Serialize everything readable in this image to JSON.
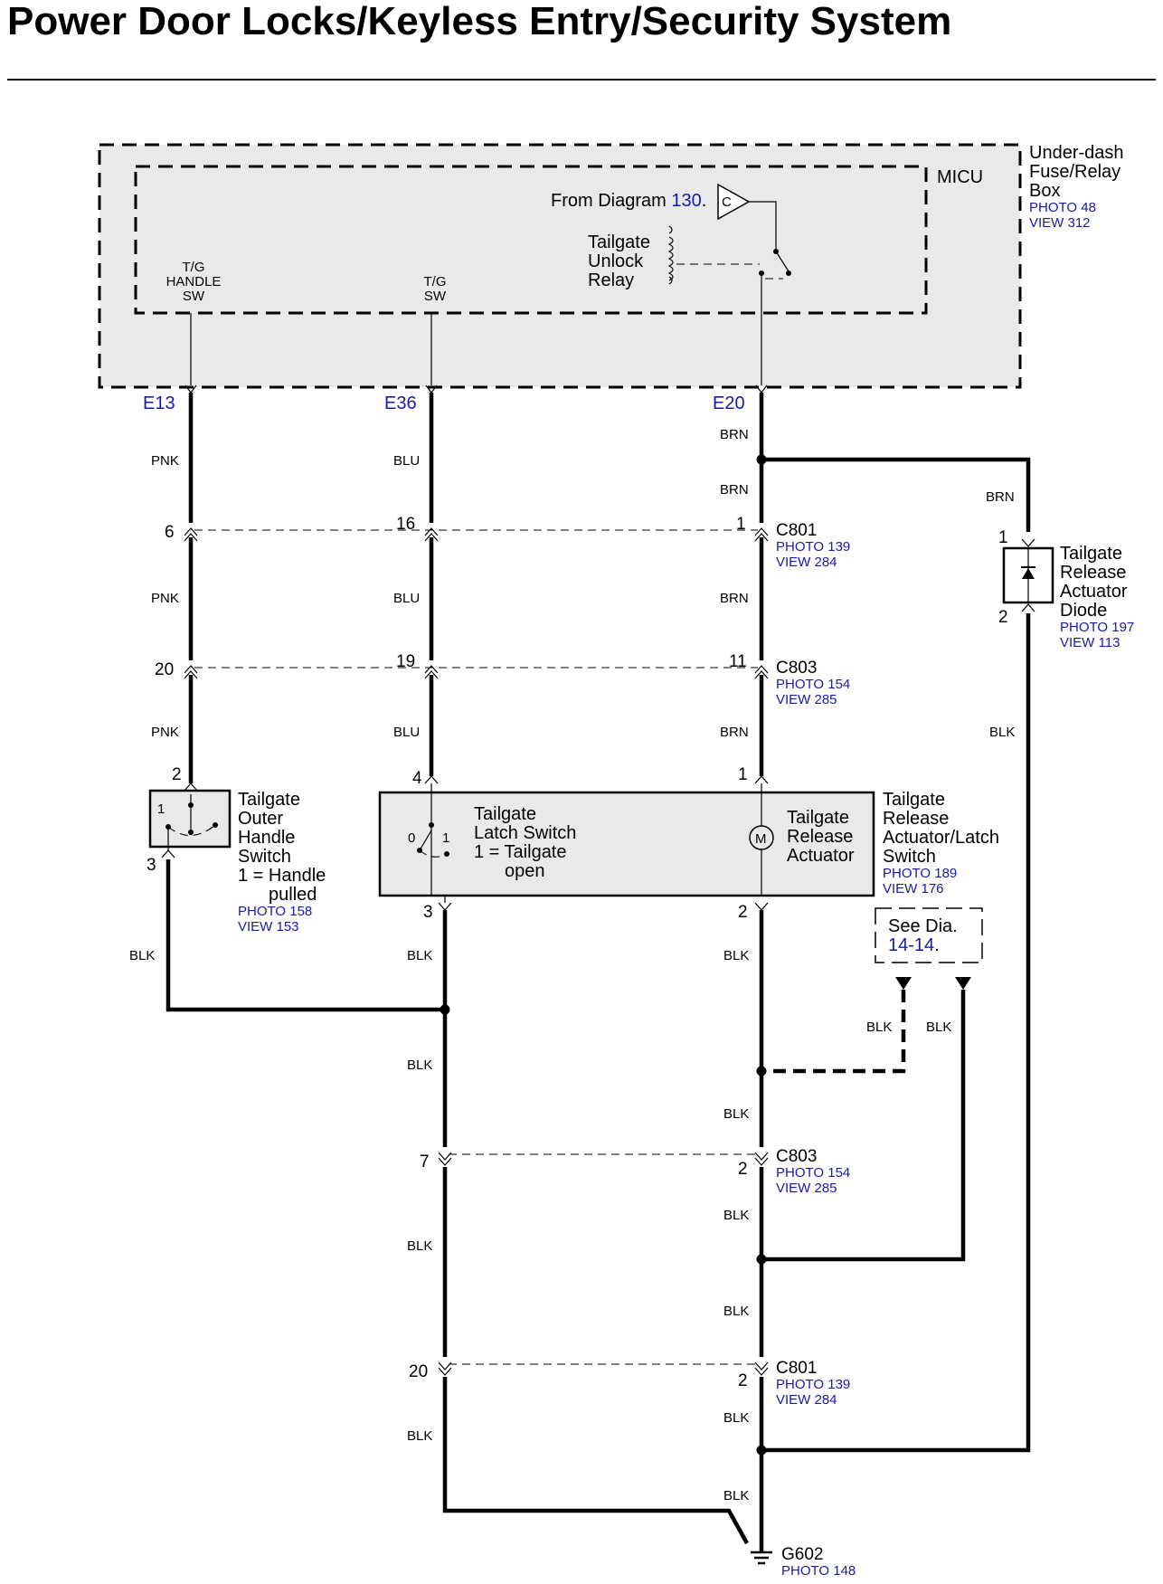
{
  "title": "Power Door Locks/Keyless Entry/Security System",
  "fuse_box": {
    "name_lines": [
      "Under-dash",
      "Fuse/Relay",
      "Box"
    ],
    "photo": "PHOTO 48",
    "view": "VIEW 312",
    "micu": "MICU"
  },
  "from_diagram": {
    "text": "From Diagram",
    "number": "130",
    "period": ".",
    "marker": "C"
  },
  "relay": {
    "lines": [
      "Tailgate",
      "Unlock",
      "Relay"
    ]
  },
  "micu_pins": {
    "tg_handle": [
      "T/G",
      "HANDLE",
      "SW"
    ],
    "tg_sw": [
      "T/G",
      "SW"
    ]
  },
  "terminals": {
    "e13": "E13",
    "e36": "E36",
    "e20": "E20"
  },
  "wires": {
    "pnk": "PNK",
    "blu": "BLU",
    "brn": "BRN",
    "blk": "BLK"
  },
  "connectors": {
    "c801_top": {
      "name": "C801",
      "photo": "PHOTO 139",
      "view": "VIEW 284",
      "pins": [
        "6",
        "16",
        "1"
      ]
    },
    "c803_top": {
      "name": "C803",
      "photo": "PHOTO 154",
      "view": "VIEW 285",
      "pins": [
        "20",
        "19",
        "11"
      ]
    },
    "c803_bottom": {
      "name": "C803",
      "photo": "PHOTO 154",
      "view": "VIEW 285",
      "pins": [
        "7",
        "2"
      ]
    },
    "c801_bottom": {
      "name": "C801",
      "photo": "PHOTO 139",
      "view": "VIEW 284",
      "pins": [
        "20",
        "2"
      ]
    }
  },
  "diode": {
    "lines": [
      "Tailgate",
      "Release",
      "Actuator",
      "Diode"
    ],
    "photo": "PHOTO 197",
    "view": "VIEW 113",
    "pins": [
      "1",
      "2"
    ]
  },
  "handle_switch": {
    "lines": [
      "Tailgate",
      "Outer",
      "Handle",
      "Switch",
      "1 = Handle",
      "pulled"
    ],
    "photo": "PHOTO 158",
    "view": "VIEW 153",
    "pins": [
      "2",
      "3"
    ],
    "pos": "1"
  },
  "latch_assembly": {
    "latch_lines": [
      "Tailgate",
      "Latch Switch",
      "1 = Tailgate",
      "open"
    ],
    "actuator_lines": [
      "Tailgate",
      "Release",
      "Actuator"
    ],
    "name_lines": [
      "Tailgate",
      "Release",
      "Actuator/Latch",
      "Switch"
    ],
    "photo": "PHOTO 189",
    "view": "VIEW 176",
    "pins": [
      "4",
      "1",
      "3",
      "2"
    ],
    "pos0": "0",
    "pos1": "1",
    "motor": "M"
  },
  "see_dia": {
    "text": "See Dia.",
    "ref": "14-14",
    "period": "."
  },
  "ground": {
    "name": "G602",
    "photo": "PHOTO 148"
  }
}
